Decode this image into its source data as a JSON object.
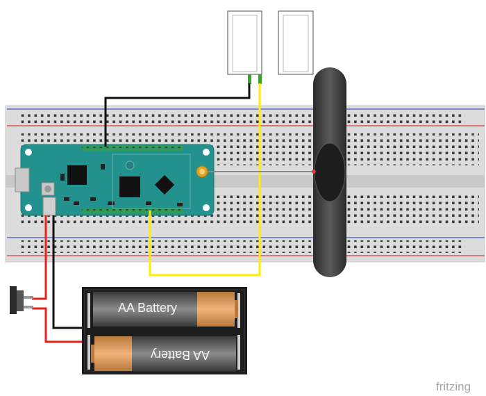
{
  "diagram": {
    "components": {
      "breadboard": {
        "name": "breadboard"
      },
      "mcu_board": {
        "name": "microcontroller-board",
        "color": "#23928f"
      },
      "reed_switch": {
        "name": "magnetic-reed-switch"
      },
      "magnet": {
        "name": "magnet"
      },
      "antenna": {
        "name": "antenna-disc"
      },
      "power_switch": {
        "name": "slide-switch"
      },
      "battery_holder": {
        "name": "2xAA-battery-holder"
      }
    },
    "batteries": {
      "top_label": "AA Battery",
      "bottom_label": "AA Battery"
    },
    "watermark": "fritzing",
    "wire_colors": {
      "black": "#111111",
      "yellow": "#ffee00",
      "red": "#e8211c",
      "green": "#3aa32f",
      "antenna": "#8a8a8a"
    }
  }
}
